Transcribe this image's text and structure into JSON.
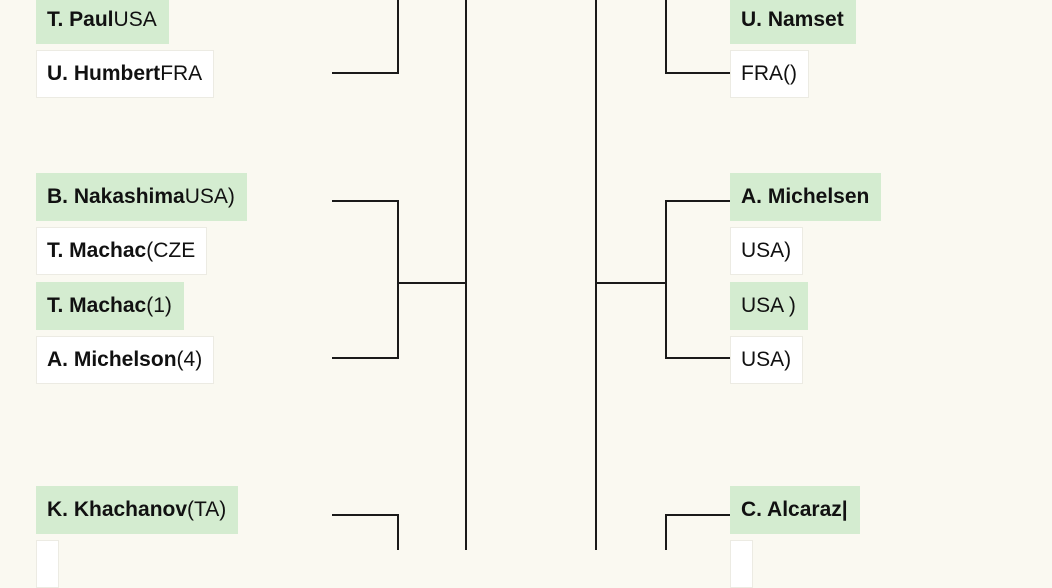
{
  "colors": {
    "background": "#faf9f1",
    "winner_fill": "#d4ecd0",
    "plain_fill": "#ffffff",
    "line": "#1a1a1a"
  },
  "left": [
    {
      "name": "T. Paul",
      "code": "USA",
      "winner": true
    },
    {
      "name": "U. Humbert",
      "code": "FRA",
      "winner": false
    },
    {
      "name": "B. Nakashima",
      "code": "USA)",
      "winner": true
    },
    {
      "name": "T. Machac",
      "code": "(CZE",
      "winner": false
    },
    {
      "name": "T. Machac",
      "code": "(1)",
      "winner": true
    },
    {
      "name": "A. Michelson",
      "code": "(4)",
      "winner": false
    },
    {
      "name": "K. Khachanov",
      "code": "(TA)",
      "winner": true
    },
    {
      "name": "",
      "code": "",
      "winner": false
    }
  ],
  "right": [
    {
      "name": "U. Namset",
      "code": "",
      "winner": true
    },
    {
      "name": "",
      "code": "FRA()",
      "winner": false
    },
    {
      "name": "A. Michelsen",
      "code": "",
      "winner": true
    },
    {
      "name": "",
      "code": "USA)",
      "winner": false
    },
    {
      "name": "",
      "code": "USA )",
      "winner": true
    },
    {
      "name": "",
      "code": "USA)",
      "winner": false
    },
    {
      "name": "C. Alcaraz|",
      "code": "",
      "winner": true
    },
    {
      "name": "",
      "code": "",
      "winner": false
    }
  ]
}
